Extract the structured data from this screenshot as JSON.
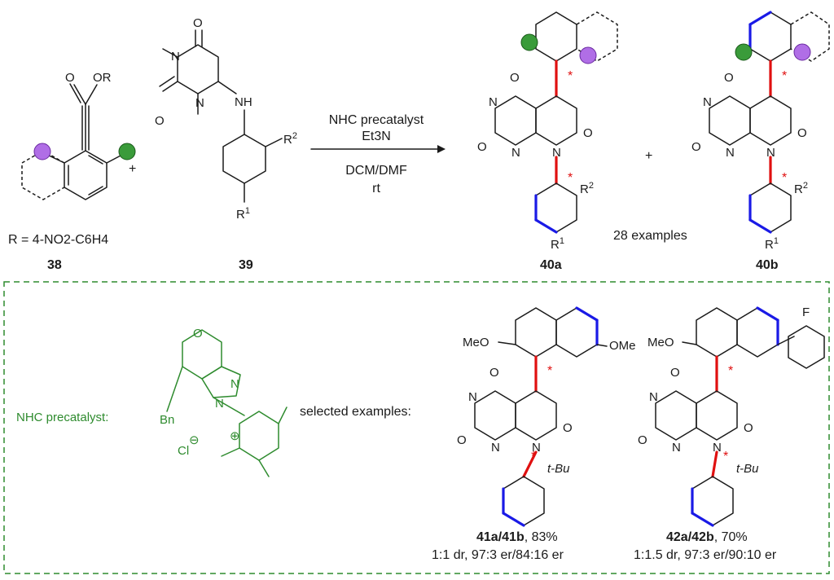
{
  "colors": {
    "axis_bond": "#e01010",
    "highlight_ring": "#1a1ae6",
    "catalyst": "#2e8b2e",
    "substituent_green": "#2e8b2e",
    "substituent_purple": "#b06ee6",
    "box_border": "#2e8b2e"
  },
  "reaction": {
    "reagent_line1": "NHC precatalyst",
    "reagent_line2": "Et3N",
    "solvent_line1": "DCM/DMF",
    "solvent_line2": "rt",
    "plus": "+",
    "examples_count": "28 examples"
  },
  "compounds": {
    "c38": {
      "label": "38",
      "r_definition": "R = 4-NO2-C6H4",
      "atom_o1": "O",
      "atom_or": "OR"
    },
    "c39": {
      "label": "39"
    },
    "c40a": {
      "label": "40a"
    },
    "c40b": {
      "label": "40b"
    }
  },
  "catalyst_box": {
    "catalyst_label": "NHC precatalyst:",
    "bn": "Bn",
    "cl": "Cl",
    "selected_label": "selected examples:"
  },
  "examples": [
    {
      "label": "41a/41b",
      "yield": ", 83%",
      "selectivity": "1:1 dr, 97:3 er/84:16 er",
      "substituent": "OMe",
      "ortho": "t-Bu"
    },
    {
      "label": "42a/42b",
      "yield": ", 70%",
      "selectivity": "1:1.5 dr, 97:3 er/90:10 er",
      "substituent": "F",
      "ortho": "t-Bu"
    }
  ]
}
